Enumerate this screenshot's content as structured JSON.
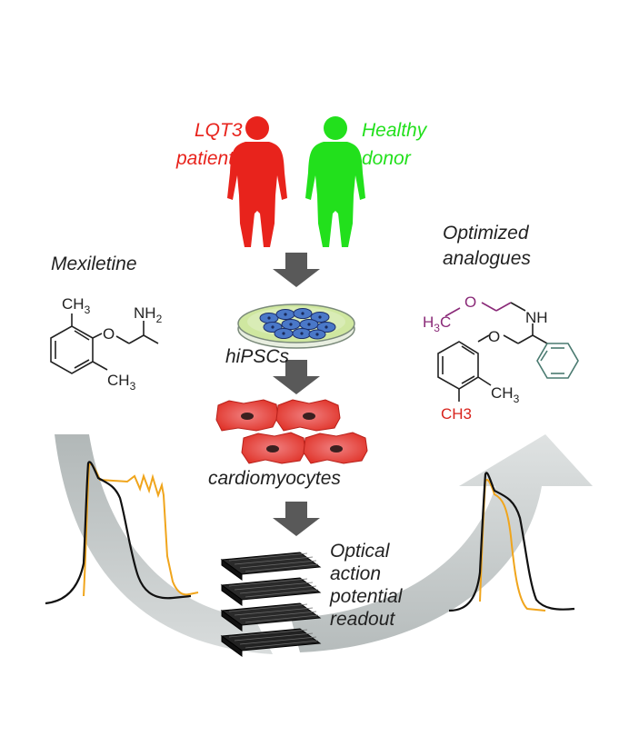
{
  "labels": {
    "lqt3_line1": "LQT3",
    "lqt3_line2": "patient",
    "healthy_line1": "Healthy",
    "healthy_line2": "donor",
    "mexiletine": "Mexiletine",
    "optimized_line1": "Optimized",
    "optimized_line2": "analogues",
    "hipscs": "hiPSCs",
    "cardiomyocytes": "cardiomyocytes",
    "optical_line1": "Optical",
    "optical_line2": "action",
    "optical_line3": "potential",
    "optical_line4": "readout"
  },
  "mexiletine_structure": {
    "ch3_top": "CH",
    "ch3_top_sub": "3",
    "ch3_bottom": "CH",
    "ch3_bottom_sub": "3",
    "oxygen": "O",
    "amine": "NH",
    "amine_sub": "2"
  },
  "analogue_structure": {
    "methoxy_h": "H",
    "methoxy_sub": "3",
    "methoxy_c": "C",
    "ether_o": "O",
    "nh": "NH",
    "oxygen": "O",
    "ch3_right": "CH",
    "ch3_right_sub": "3",
    "ch3_red": "CH3"
  },
  "colors": {
    "lqt3": "#e8231c",
    "healthy": "#22e01c",
    "text": "#222222",
    "purple": "#8a2a78",
    "red_group": "#d8231c",
    "arrow_gray": "#595959",
    "curve_gray": "#b9bfbf",
    "trace_orange": "#f0a51c",
    "trace_black": "#111111",
    "cell_red": "#e43a32",
    "dish_blue": "#4a78c8",
    "dish_liquid": "#cfe7a0",
    "phenyl_teal": "#4a7a70"
  },
  "icons": [
    "human-figure-icon",
    "petri-dish-icon",
    "cardiomyocyte-cell-icon",
    "well-plate-icon",
    "down-arrow-icon"
  ]
}
